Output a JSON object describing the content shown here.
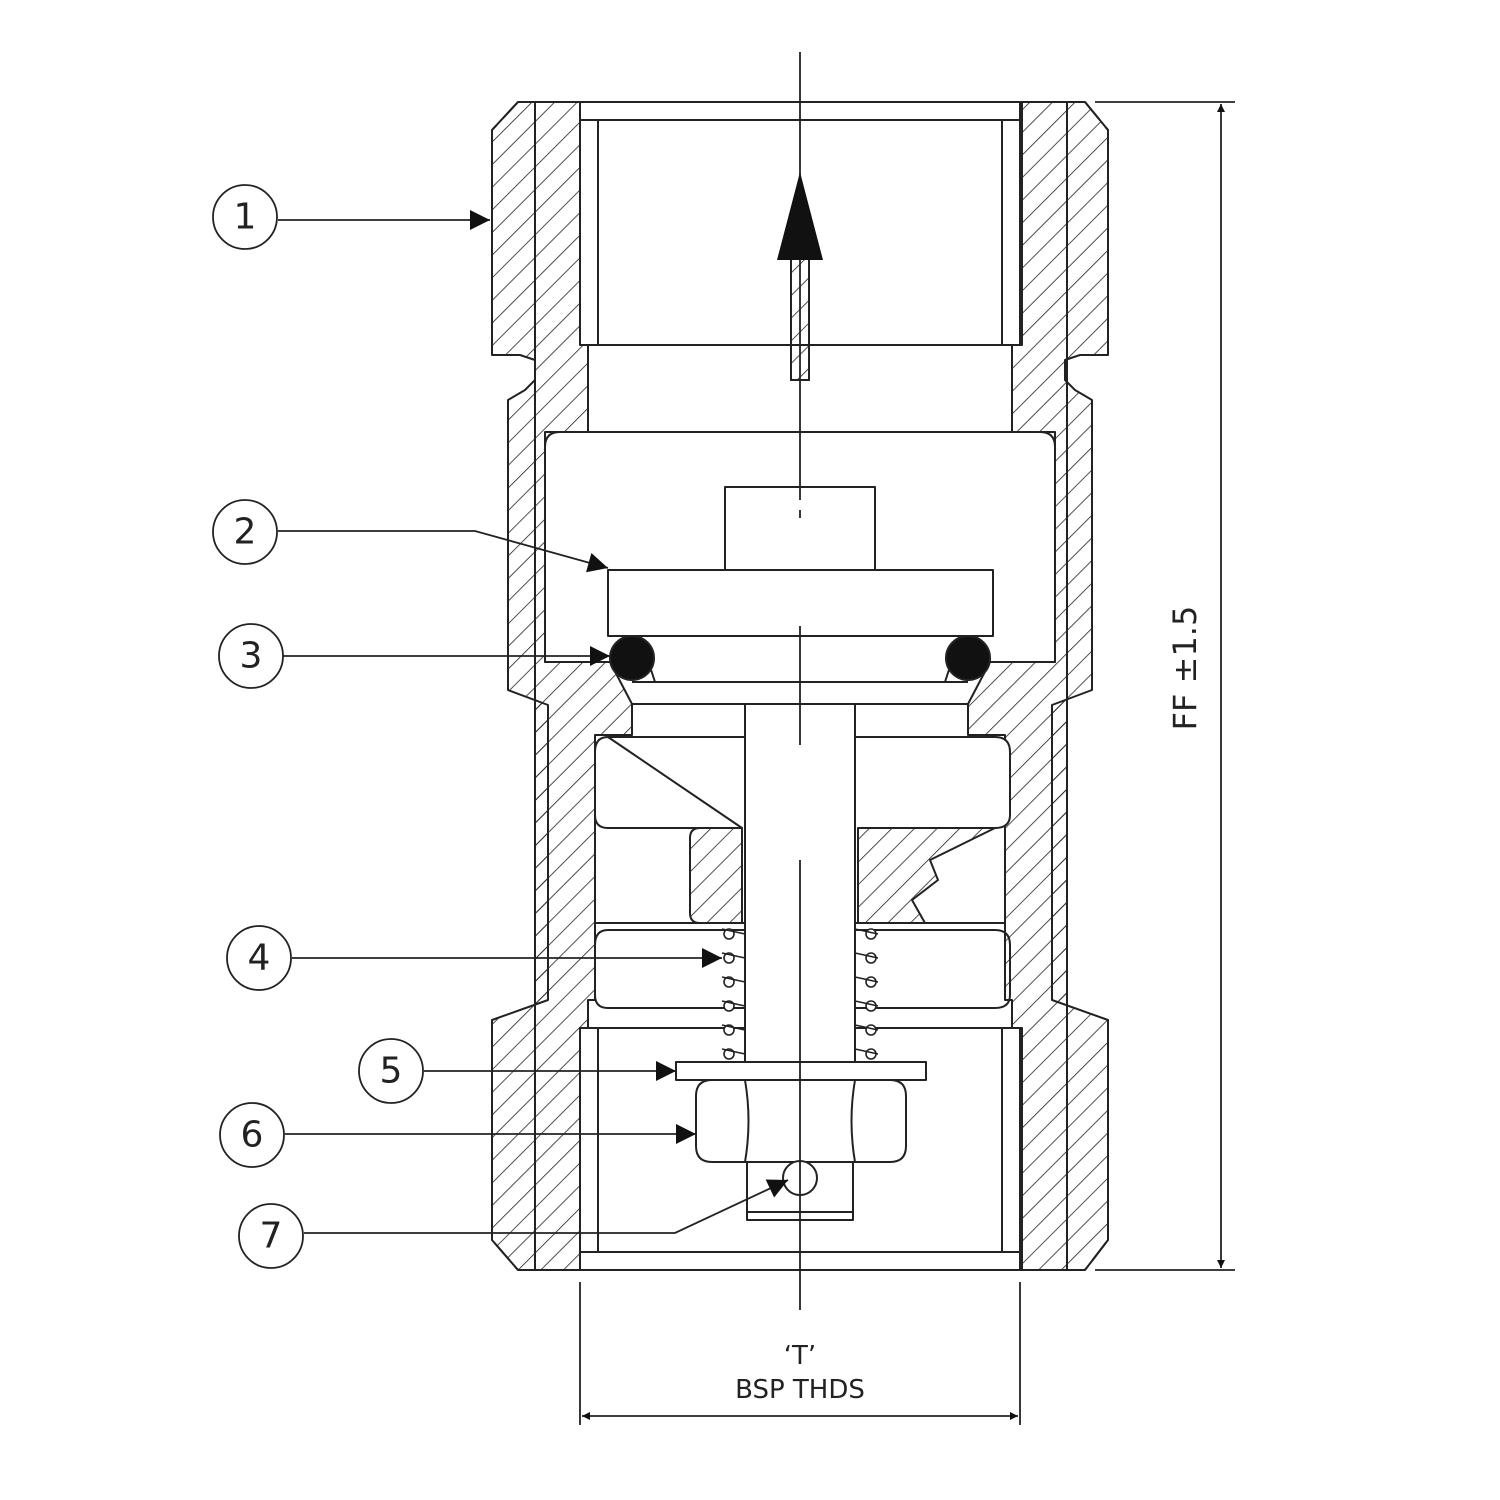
{
  "callouts": [
    {
      "number": "1",
      "part": "body"
    },
    {
      "number": "2",
      "part": "disc"
    },
    {
      "number": "3",
      "part": "o-ring"
    },
    {
      "number": "4",
      "part": "spring"
    },
    {
      "number": "5",
      "part": "washer"
    },
    {
      "number": "6",
      "part": "nut"
    },
    {
      "number": "7",
      "part": "pin"
    }
  ],
  "dimensions": {
    "thread_size": "‘T’",
    "thread_type": "BSP THDS",
    "length": "FF ±1.5"
  },
  "colors": {
    "line": "#222222",
    "fill_black": "#111111",
    "background": "#ffffff"
  }
}
